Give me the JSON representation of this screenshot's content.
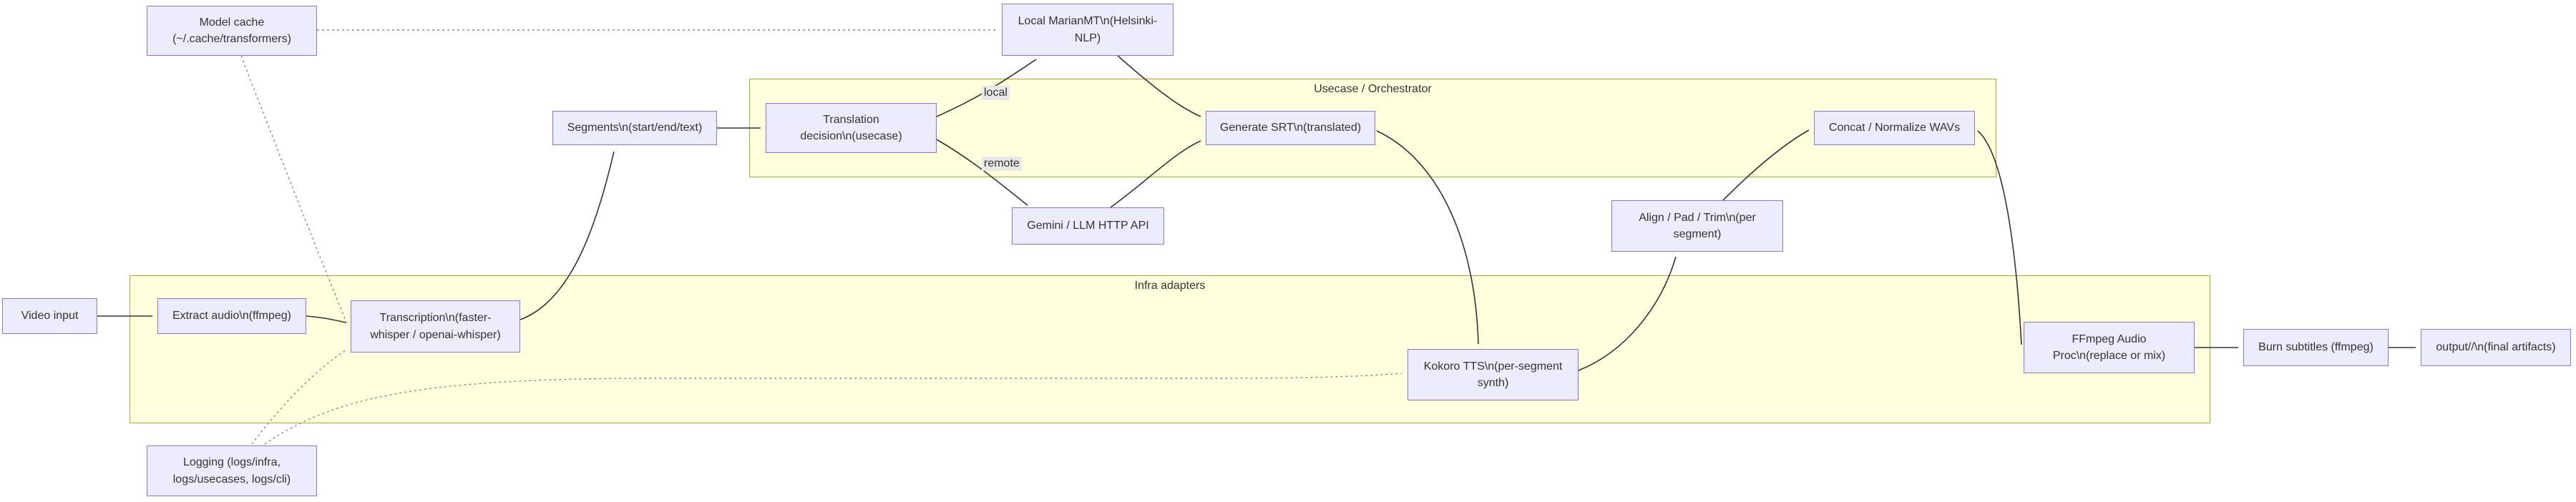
{
  "diagram_title": "Video translation pipeline flowchart",
  "colors": {
    "node_fill": "#ECECFF",
    "node_border": "#9370DB",
    "cluster_fill": "#FFFFDE",
    "cluster_border": "#AAAA33",
    "edge": "#333333",
    "dotted_edge": "#8A8A8A",
    "label_bg": "#E8E8E8",
    "text": "#333333"
  },
  "clusters": {
    "usecase": {
      "label": "Usecase / Orchestrator"
    },
    "infra": {
      "label": "Infra adapters"
    }
  },
  "nodes": {
    "video_input": {
      "label": [
        "Video input"
      ]
    },
    "extract_audio": {
      "label": [
        "Extract audio\\n(ffmpeg)"
      ]
    },
    "transcription": {
      "label": [
        "Transcription\\n(faster-",
        "whisper / openai-whisper)"
      ]
    },
    "segments": {
      "label": [
        "Segments\\n(start/end/text)"
      ]
    },
    "translation": {
      "label": [
        "Translation",
        "decision\\n(usecase)"
      ]
    },
    "marianmt": {
      "label": [
        "Local MarianMT\\n(Helsinki-",
        "NLP)"
      ]
    },
    "gemini": {
      "label": [
        "Gemini / LLM HTTP API"
      ]
    },
    "generate_srt": {
      "label": [
        "Generate SRT\\n(translated)"
      ]
    },
    "kokoro": {
      "label": [
        "Kokoro TTS\\n(per-segment",
        "synth)"
      ]
    },
    "align": {
      "label": [
        "Align / Pad / Trim\\n(per",
        "segment)"
      ]
    },
    "concat": {
      "label": [
        "Concat / Normalize WAVs"
      ]
    },
    "ffmpeg_proc": {
      "label": [
        "FFmpeg Audio",
        "Proc\\n(replace or mix)"
      ]
    },
    "burn": {
      "label": [
        "Burn subtitles (ffmpeg)"
      ]
    },
    "output": {
      "label": [
        "output//\\n(final artifacts)"
      ]
    },
    "model_cache": {
      "label": [
        "Model cache",
        "(~/.cache/transformers)"
      ]
    },
    "logging": {
      "label": [
        "Logging (logs/infra,",
        "logs/usecases, logs/cli)"
      ]
    }
  },
  "edge_labels": {
    "local": "local",
    "remote": "remote"
  },
  "edges": [
    {
      "from": "video_input",
      "to": "extract_audio",
      "style": "solid"
    },
    {
      "from": "extract_audio",
      "to": "transcription",
      "style": "solid"
    },
    {
      "from": "transcription",
      "to": "segments",
      "style": "solid"
    },
    {
      "from": "segments",
      "to": "translation",
      "style": "solid"
    },
    {
      "from": "translation",
      "to": "marianmt",
      "style": "solid",
      "label": "local"
    },
    {
      "from": "translation",
      "to": "gemini",
      "style": "solid",
      "label": "remote"
    },
    {
      "from": "marianmt",
      "to": "generate_srt",
      "style": "solid"
    },
    {
      "from": "gemini",
      "to": "generate_srt",
      "style": "solid"
    },
    {
      "from": "generate_srt",
      "to": "kokoro",
      "style": "solid"
    },
    {
      "from": "kokoro",
      "to": "align",
      "style": "solid"
    },
    {
      "from": "align",
      "to": "concat",
      "style": "solid"
    },
    {
      "from": "concat",
      "to": "ffmpeg_proc",
      "style": "solid"
    },
    {
      "from": "ffmpeg_proc",
      "to": "burn",
      "style": "solid"
    },
    {
      "from": "burn",
      "to": "output",
      "style": "solid"
    },
    {
      "from": "model_cache",
      "to": "marianmt",
      "style": "dotted"
    },
    {
      "from": "model_cache",
      "to": "transcription",
      "style": "dotted"
    },
    {
      "from": "logging",
      "to": "transcription",
      "style": "dotted"
    },
    {
      "from": "logging",
      "to": "kokoro",
      "style": "dotted"
    }
  ]
}
